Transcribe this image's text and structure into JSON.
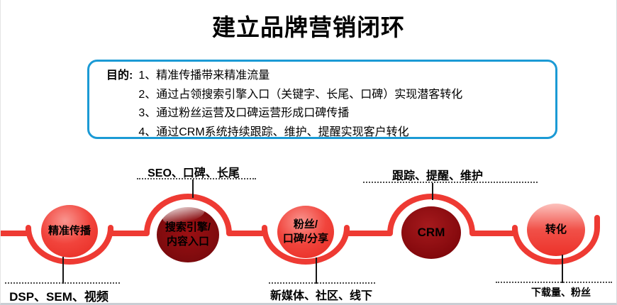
{
  "title": "建立品牌营销闭环",
  "purpose_box": {
    "label": "目的:",
    "items": [
      "1、精准传播带来精准流量",
      "2、通过占领搜索引擎入口（关键字、长尾、口碑）实现潜客转化",
      "3、通过粉丝运营及口碑运营形成口碑传播",
      "4、通过CRM系统持续跟踪、维护、提醒实现客户转化"
    ]
  },
  "flow": {
    "top_labels": [
      {
        "text": "SEO、口碑、长尾"
      },
      {
        "text": "跟踪、提醒、维护"
      }
    ],
    "bottom_labels": [
      {
        "text": "DSP、SEM、视频"
      },
      {
        "text": "新媒体、社区、线下"
      },
      {
        "text": "下载量、粉丝"
      }
    ],
    "nodes": [
      {
        "label": "精准传播",
        "style": "bright"
      },
      {
        "label": "搜索引擎/\n内容入口",
        "style": "dark"
      },
      {
        "label": "粉丝/\n口碑/分享",
        "style": "bright"
      },
      {
        "label": "CRM",
        "style": "dark"
      },
      {
        "label": "转化",
        "style": "bright"
      }
    ]
  },
  "colors": {
    "ribbon_red": "#ee3a33",
    "bright_node": "#f1443c",
    "dark_node": "#85090d",
    "purpose_border_blue": "#1b9ad5",
    "title_black": "#000000"
  }
}
